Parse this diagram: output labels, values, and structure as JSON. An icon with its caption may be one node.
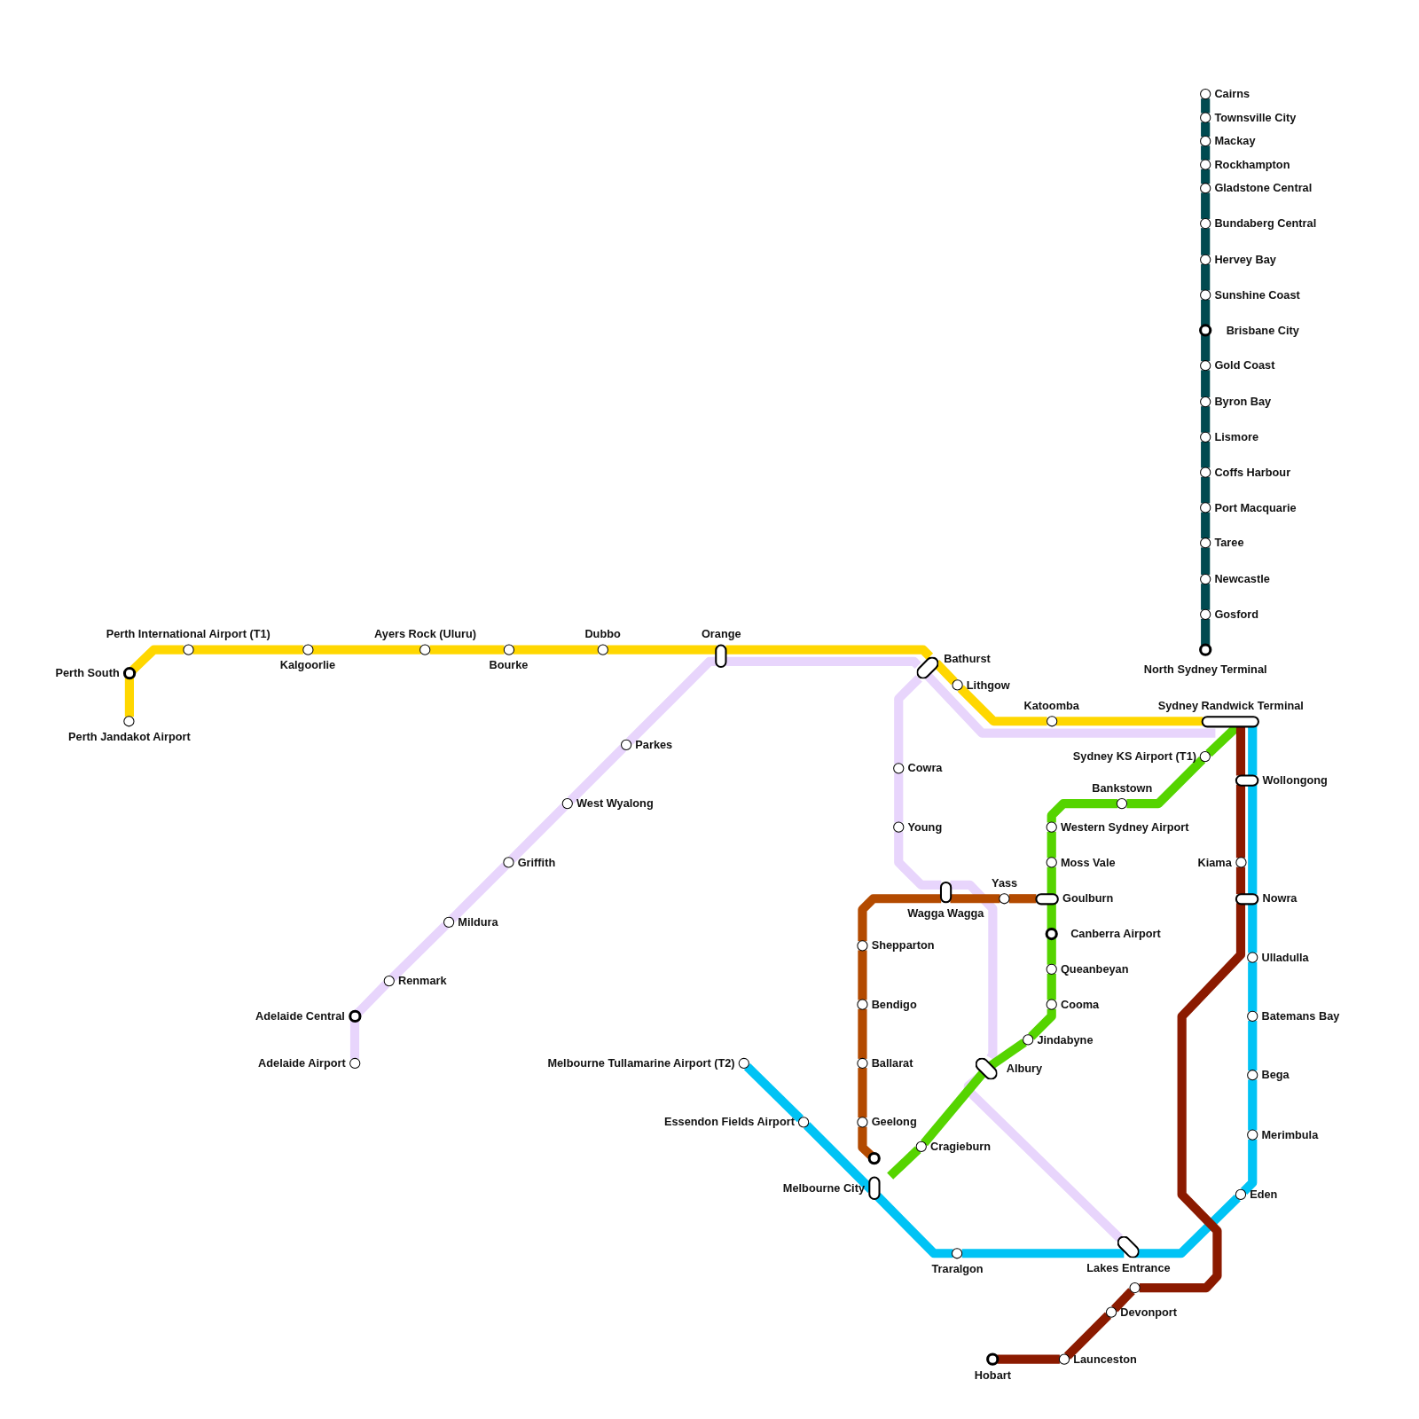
{
  "diagram": {
    "nodes": [
      {
        "text": [
          "Perth South"
        ]
      },
      {
        "text": [
          "Perth Jandakot Airport"
        ]
      },
      {
        "text": [
          "Perth International Airport (T1)"
        ]
      },
      {
        "text": [
          "Kalgoorlie"
        ]
      },
      {
        "text": [
          "Ayers Rock (Uluru)"
        ]
      },
      {
        "text": [
          "Bourke"
        ]
      },
      {
        "text": [
          "Dubbo"
        ]
      },
      {
        "text": [
          "Orange"
        ]
      },
      {
        "text": [
          "Bathurst"
        ]
      },
      {
        "text": [
          "Lithgow"
        ]
      },
      {
        "text": [
          "Katoomba"
        ]
      },
      {
        "text": [
          "Sydney Randwick Terminal"
        ]
      },
      {
        "text": [
          "Adelaide Central"
        ]
      },
      {
        "text": [
          "Adelaide Airport"
        ]
      },
      {
        "text": [
          "Renmark"
        ]
      },
      {
        "text": [
          "Mildura"
        ]
      },
      {
        "text": [
          "Griffith"
        ]
      },
      {
        "text": [
          "West Wyalong"
        ]
      },
      {
        "text": [
          "Parkes"
        ]
      },
      {
        "text": [
          "Cowra"
        ]
      },
      {
        "text": [
          "Young"
        ]
      },
      {
        "text": [
          "Wagga Wagga"
        ]
      },
      {
        "text": [
          "Albury"
        ]
      },
      {
        "text": [
          "Lakes Entrance"
        ]
      },
      {
        "text": [
          "Yass"
        ]
      },
      {
        "text": [
          "Goulburn"
        ]
      },
      {
        "text": [
          "Shepparton"
        ]
      },
      {
        "text": [
          "Bendigo"
        ]
      },
      {
        "text": [
          "Ballarat"
        ]
      },
      {
        "text": [
          "Geelong"
        ]
      },
      {
        "text": [],
        "shape": "circle"
      },
      {
        "text": [
          "Sydney KS Airport (T1)"
        ]
      },
      {
        "text": [
          "Bankstown"
        ]
      },
      {
        "text": [
          "Western Sydney Airport"
        ]
      },
      {
        "text": [
          "Moss Vale"
        ]
      },
      {
        "text": [
          "Canberra Airport"
        ]
      },
      {
        "text": [
          "Queanbeyan"
        ]
      },
      {
        "text": [
          "Cooma"
        ]
      },
      {
        "text": [
          "Jindabyne"
        ]
      },
      {
        "text": [
          "Cragieburn"
        ]
      },
      {
        "text": [
          "Melbourne City"
        ]
      },
      {
        "text": [
          "Melbourne Tullamarine Airport (T2)"
        ]
      },
      {
        "text": [
          "Essendon Fields Airport"
        ]
      },
      {
        "text": [
          "Traralgon"
        ]
      },
      {
        "text": [
          "Eden"
        ]
      },
      {
        "text": [
          "Merimbula"
        ]
      },
      {
        "text": [
          "Bega"
        ]
      },
      {
        "text": [
          "Batemans Bay"
        ]
      },
      {
        "text": [
          "Ulladulla"
        ]
      },
      {
        "text": [
          "Nowra"
        ]
      },
      {
        "text": [
          "Wollongong"
        ]
      },
      {
        "text": [
          "Kiama"
        ]
      },
      {
        "text": [],
        "shape": "circle"
      },
      {
        "text": [
          "Devonport"
        ]
      },
      {
        "text": [
          "Launceston"
        ]
      },
      {
        "text": [
          "Hobart"
        ]
      },
      {
        "text": [
          "Cairns"
        ]
      },
      {
        "text": [
          "Townsville City"
        ]
      },
      {
        "text": [
          "Mackay"
        ]
      },
      {
        "text": [
          "Rockhampton"
        ]
      },
      {
        "text": [
          "Gladstone Central"
        ]
      },
      {
        "text": [
          "Bundaberg Central"
        ]
      },
      {
        "text": [
          "Hervey Bay"
        ]
      },
      {
        "text": [
          "Sunshine Coast"
        ]
      },
      {
        "text": [
          "Brisbane City"
        ]
      },
      {
        "text": [
          "Gold Coast"
        ]
      },
      {
        "text": [
          "Byron Bay"
        ]
      },
      {
        "text": [
          "Lismore"
        ]
      },
      {
        "text": [
          "Coffs Harbour"
        ]
      },
      {
        "text": [
          "Port Macquarie"
        ]
      },
      {
        "text": [
          "Taree"
        ]
      },
      {
        "text": [
          "Newcastle"
        ]
      },
      {
        "text": [
          "Gosford"
        ]
      },
      {
        "text": [
          "North Sydney Terminal"
        ]
      }
    ],
    "edges": [
      {
        "from": 1,
        "to": 0,
        "arrow": "none",
        "color": "#ffd700"
      },
      {
        "from": 0,
        "to": 2,
        "arrow": "none",
        "color": "#ffd700"
      },
      {
        "from": 2,
        "to": 3,
        "arrow": "none",
        "color": "#ffd700"
      },
      {
        "from": 3,
        "to": 4,
        "arrow": "none",
        "color": "#ffd700"
      },
      {
        "from": 4,
        "to": 5,
        "arrow": "none",
        "color": "#ffd700"
      },
      {
        "from": 5,
        "to": 6,
        "arrow": "none",
        "color": "#ffd700"
      },
      {
        "from": 6,
        "to": 7,
        "arrow": "none",
        "color": "#ffd700"
      },
      {
        "from": 7,
        "to": 8,
        "arrow": "none",
        "color": "#ffd700"
      },
      {
        "from": 8,
        "to": 9,
        "arrow": "none",
        "color": "#ffd700"
      },
      {
        "from": 9,
        "to": 10,
        "arrow": "none",
        "color": "#ffd700"
      },
      {
        "from": 10,
        "to": 11,
        "arrow": "none",
        "color": "#ffd700"
      },
      {
        "from": 13,
        "to": 12,
        "arrow": "none",
        "color": "#e8d5fc"
      },
      {
        "from": 12,
        "to": 14,
        "arrow": "none",
        "color": "#e8d5fc"
      },
      {
        "from": 14,
        "to": 15,
        "arrow": "none",
        "color": "#e8d5fc"
      },
      {
        "from": 15,
        "to": 16,
        "arrow": "none",
        "color": "#e8d5fc"
      },
      {
        "from": 16,
        "to": 17,
        "arrow": "none",
        "color": "#e8d5fc"
      },
      {
        "from": 17,
        "to": 18,
        "arrow": "none",
        "color": "#e8d5fc"
      },
      {
        "from": 18,
        "to": 7,
        "arrow": "none",
        "color": "#e8d5fc"
      },
      {
        "from": 7,
        "to": 8,
        "arrow": "none",
        "color": "#e8d5fc"
      },
      {
        "from": 8,
        "to": 11,
        "arrow": "none",
        "color": "#e8d5fc"
      },
      {
        "from": 8,
        "to": 19,
        "arrow": "none",
        "color": "#e8d5fc"
      },
      {
        "from": 19,
        "to": 20,
        "arrow": "none",
        "color": "#e8d5fc"
      },
      {
        "from": 20,
        "to": 21,
        "arrow": "none",
        "color": "#e8d5fc"
      },
      {
        "from": 21,
        "to": 22,
        "arrow": "none",
        "color": "#e8d5fc"
      },
      {
        "from": 22,
        "to": 23,
        "arrow": "none",
        "color": "#e8d5fc"
      },
      {
        "from": 25,
        "to": 24,
        "arrow": "none",
        "color": "#b34a00"
      },
      {
        "from": 24,
        "to": 21,
        "arrow": "none",
        "color": "#b34a00"
      },
      {
        "from": 21,
        "to": 26,
        "arrow": "none",
        "color": "#b34a00"
      },
      {
        "from": 26,
        "to": 27,
        "arrow": "none",
        "color": "#b34a00"
      },
      {
        "from": 27,
        "to": 28,
        "arrow": "none",
        "color": "#b34a00"
      },
      {
        "from": 28,
        "to": 29,
        "arrow": "none",
        "color": "#b34a00"
      },
      {
        "from": 29,
        "to": 30,
        "arrow": "none",
        "color": "#b34a00"
      },
      {
        "from": 11,
        "to": 31,
        "arrow": "none",
        "color": "#55d400"
      },
      {
        "from": 31,
        "to": 32,
        "arrow": "none",
        "color": "#55d400"
      },
      {
        "from": 32,
        "to": 33,
        "arrow": "none",
        "color": "#55d400"
      },
      {
        "from": 33,
        "to": 34,
        "arrow": "none",
        "color": "#55d400"
      },
      {
        "from": 34,
        "to": 25,
        "arrow": "none",
        "color": "#55d400"
      },
      {
        "from": 25,
        "to": 35,
        "arrow": "none",
        "color": "#55d400"
      },
      {
        "from": 35,
        "to": 36,
        "arrow": "none",
        "color": "#55d400"
      },
      {
        "from": 36,
        "to": 37,
        "arrow": "none",
        "color": "#55d400"
      },
      {
        "from": 37,
        "to": 38,
        "arrow": "none",
        "color": "#55d400"
      },
      {
        "from": 38,
        "to": 22,
        "arrow": "none",
        "color": "#55d400"
      },
      {
        "from": 22,
        "to": 39,
        "arrow": "none",
        "color": "#55d400"
      },
      {
        "from": 39,
        "to": 40,
        "arrow": "none",
        "color": "#55d400"
      },
      {
        "from": 41,
        "to": 42,
        "arrow": "none",
        "color": "#00c3f5"
      },
      {
        "from": 42,
        "to": 40,
        "arrow": "none",
        "color": "#00c3f5"
      },
      {
        "from": 40,
        "to": 43,
        "arrow": "none",
        "color": "#00c3f5"
      },
      {
        "from": 43,
        "to": 23,
        "arrow": "none",
        "color": "#00c3f5"
      },
      {
        "from": 23,
        "to": 44,
        "arrow": "none",
        "color": "#00c3f5"
      },
      {
        "from": 44,
        "to": 45,
        "arrow": "none",
        "color": "#00c3f5"
      },
      {
        "from": 45,
        "to": 46,
        "arrow": "none",
        "color": "#00c3f5"
      },
      {
        "from": 46,
        "to": 47,
        "arrow": "none",
        "color": "#00c3f5"
      },
      {
        "from": 47,
        "to": 48,
        "arrow": "none",
        "color": "#00c3f5"
      },
      {
        "from": 48,
        "to": 49,
        "arrow": "none",
        "color": "#00c3f5"
      },
      {
        "from": 49,
        "to": 50,
        "arrow": "none",
        "color": "#00c3f5"
      },
      {
        "from": 50,
        "to": 11,
        "arrow": "none",
        "color": "#00c3f5"
      },
      {
        "from": 11,
        "to": 50,
        "arrow": "none",
        "color": "#8b1a00"
      },
      {
        "from": 50,
        "to": 51,
        "arrow": "none",
        "color": "#8b1a00"
      },
      {
        "from": 51,
        "to": 49,
        "arrow": "none",
        "color": "#8b1a00"
      },
      {
        "from": 49,
        "to": 52,
        "arrow": "none",
        "color": "#8b1a00"
      },
      {
        "from": 52,
        "to": 53,
        "arrow": "none",
        "color": "#8b1a00"
      },
      {
        "from": 53,
        "to": 54,
        "arrow": "none",
        "color": "#8b1a00"
      },
      {
        "from": 54,
        "to": 55,
        "arrow": "none",
        "color": "#8b1a00"
      },
      {
        "from": 56,
        "to": 57,
        "arrow": "none",
        "color": "#004a50"
      },
      {
        "from": 57,
        "to": 58,
        "arrow": "none",
        "color": "#004a50"
      },
      {
        "from": 58,
        "to": 59,
        "arrow": "none",
        "color": "#004a50"
      },
      {
        "from": 59,
        "to": 60,
        "arrow": "none",
        "color": "#004a50"
      },
      {
        "from": 60,
        "to": 61,
        "arrow": "none",
        "color": "#004a50"
      },
      {
        "from": 61,
        "to": 62,
        "arrow": "none",
        "color": "#004a50"
      },
      {
        "from": 62,
        "to": 63,
        "arrow": "none",
        "color": "#004a50"
      },
      {
        "from": 63,
        "to": 64,
        "arrow": "none",
        "color": "#004a50"
      },
      {
        "from": 64,
        "to": 65,
        "arrow": "none",
        "color": "#004a50"
      },
      {
        "from": 65,
        "to": 66,
        "arrow": "none",
        "color": "#004a50"
      },
      {
        "from": 66,
        "to": 67,
        "arrow": "none",
        "color": "#004a50"
      },
      {
        "from": 67,
        "to": 68,
        "arrow": "none",
        "color": "#004a50"
      },
      {
        "from": 68,
        "to": 69,
        "arrow": "none",
        "color": "#004a50"
      },
      {
        "from": 69,
        "to": 70,
        "arrow": "none",
        "color": "#004a50"
      },
      {
        "from": 70,
        "to": 71,
        "arrow": "none",
        "color": "#004a50"
      },
      {
        "from": 71,
        "to": 72,
        "arrow": "none",
        "color": "#004a50"
      },
      {
        "from": 72,
        "to": 73,
        "arrow": "none",
        "color": "#004a50"
      }
    ]
  }
}
